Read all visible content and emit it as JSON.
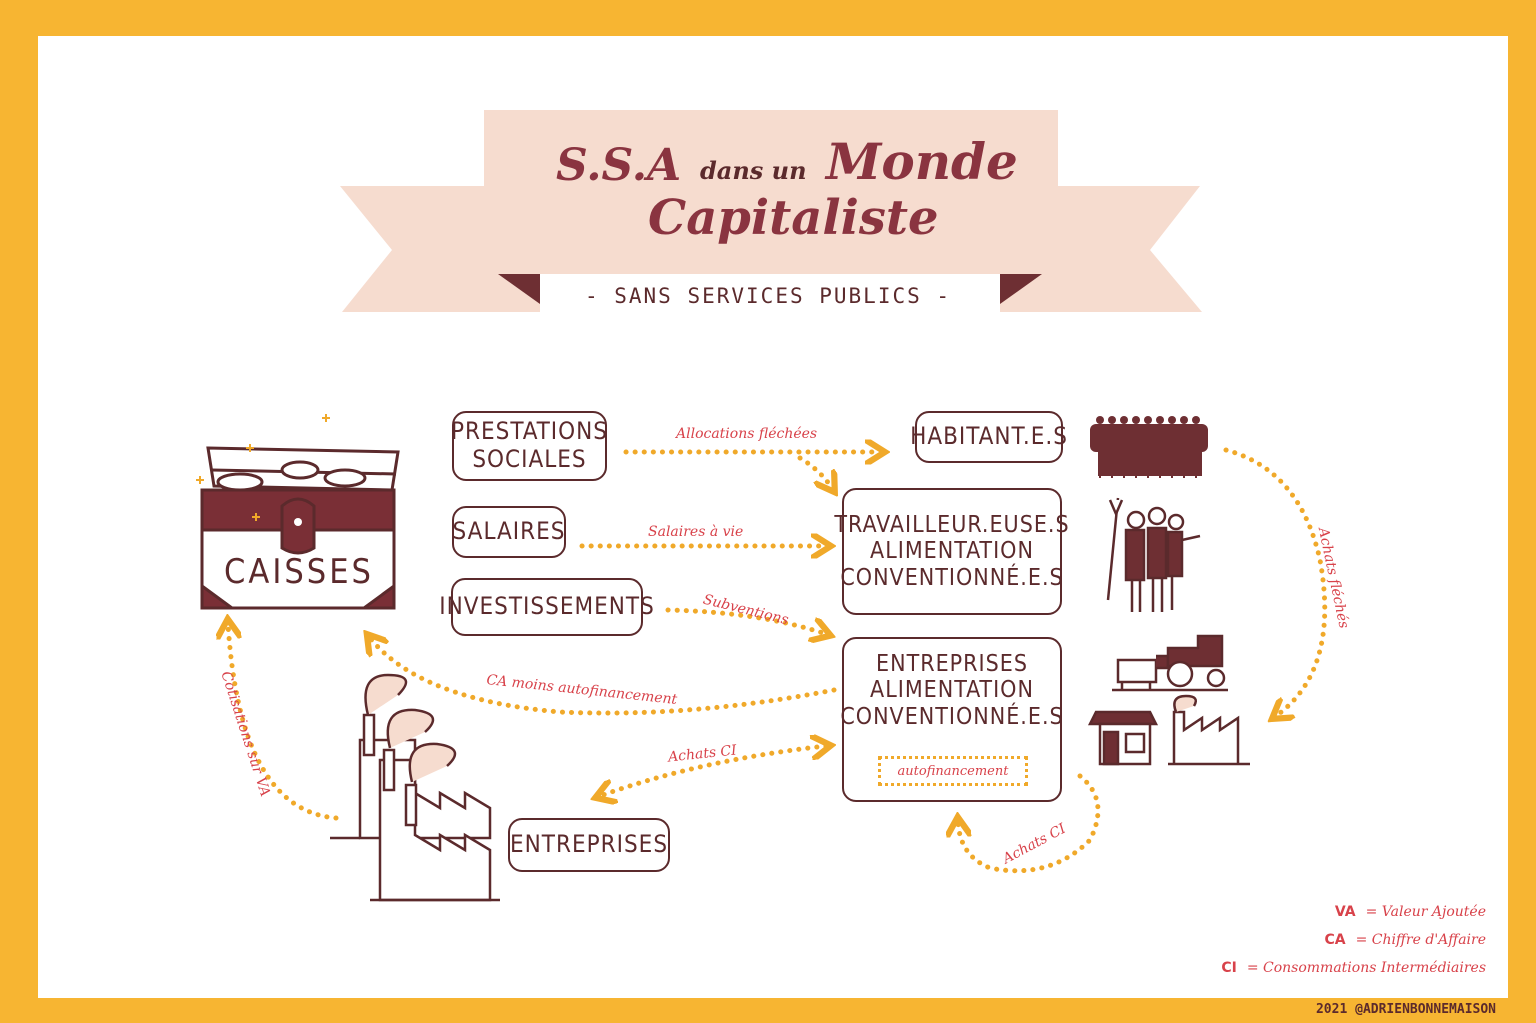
{
  "title": {
    "line1_a": "S.S.A",
    "line1_b": "dans un",
    "line1_c": "Monde",
    "line2": "Capitaliste",
    "subtitle": "- SANS SERVICES PUBLICS -"
  },
  "nodes": {
    "caisses": "CAISSES",
    "prestations_line1": "PRESTATIONS",
    "prestations_line2": "SOCIALES",
    "salaires": "SALAIRES",
    "investissements": "INVESTISSEMENTS",
    "habitants": "HABITANT.E.S",
    "travailleurs_line1": "TRAVAILLEUR.EUSE.S",
    "travailleurs_line2": "ALIMENTATION",
    "travailleurs_line3": "CONVENTIONNÉ.E.S",
    "entreprises_alim_line1": "ENTREPRISES",
    "entreprises_alim_line2": "ALIMENTATION",
    "entreprises_alim_line3": "CONVENTIONNÉ.E.S",
    "autofinancement": "autofinancement",
    "entreprises": "ENTREPRISES"
  },
  "edges": {
    "allocations": "Allocations fléchées",
    "salaires_a_vie": "Salaires à vie",
    "subventions": "Subventions",
    "ca_moins": "CA moins autofinancement",
    "achats_ci_1": "Achats CI",
    "achats_ci_2": "Achats CI",
    "cotisations": "Cotisations sur VA",
    "achats_flechees": "Achats fléchés"
  },
  "legend": {
    "va": "VA",
    "va_def": "= Valeur Ajoutée",
    "ca": "CA",
    "ca_def": "= Chiffre d'Affaire",
    "ci": "CI",
    "ci_def": "= Consommations Intermédiaires"
  },
  "credit": "2021 @ADRIENBONNEMAISON",
  "colors": {
    "border_yellow": "#f7b532",
    "ribbon": "#f6dccf",
    "dark": "#5b2a2c",
    "title": "#8a3440",
    "red_text": "#d8424a",
    "arrow": "#f0a92a"
  }
}
